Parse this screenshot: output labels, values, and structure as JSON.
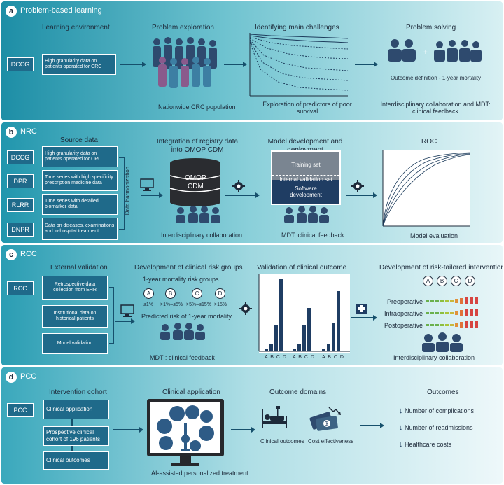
{
  "panel_a": {
    "letter": "a",
    "title": "Problem-based learning",
    "learning_env": "Learning environment",
    "dccg": "DCCG",
    "dccg_desc": "High granularity data on patients operated for CRC",
    "problem_exploration": "Problem exploration",
    "nationwide": "Nationwide CRC population",
    "identifying": "Identifying main challenges",
    "exploration": "Exploration of predictors of poor survival",
    "problem_solving": "Problem solving",
    "outcome_def": "Outcome definition - 1-year mortality",
    "collab": "Interdisciplinary collaboration and MDT: clinical feedback"
  },
  "panel_b": {
    "letter": "b",
    "title": "NRC",
    "source_data": "Source data",
    "sources": [
      {
        "tag": "DCCG",
        "desc": "High granularity data on patients operated for CRC"
      },
      {
        "tag": "DPR",
        "desc": "Time series with high specificity prescription medicine data"
      },
      {
        "tag": "RLRR",
        "desc": "Time series with detailed biomarker data"
      },
      {
        "tag": "DNPR",
        "desc": "Data on diseases, examinations and in-hospital treatment"
      }
    ],
    "harmonization": "Data harmonization",
    "integration": "Integration of registry data into OMOP CDM",
    "omop": "OMOP",
    "cdm": "CDM",
    "interdisciplinary": "Interdisciplinary collaboration",
    "model_dev": "Model development and deployment",
    "training_set": "Training set",
    "internal_validation": "Internal validation set",
    "software": "Software development",
    "mdt": "MDT: clinical feedback",
    "roc": "ROC",
    "model_eval": "Model evaluation"
  },
  "panel_c": {
    "letter": "c",
    "title": "RCC",
    "external_validation": "External validation",
    "rcc": "RCC",
    "steps": [
      "Retrospective data collection from EHR",
      "Institutional data on historical patients",
      "Model validation"
    ],
    "dev_groups": "Development of clinical risk groups",
    "mortality_groups": "1-year mortality risk groups",
    "groups": [
      "A",
      "B",
      "C",
      "D"
    ],
    "group_ranges": [
      "≤1%",
      ">1%–≤5%",
      ">5%–≤15%",
      ">15%"
    ],
    "predicted_risk": "Predicted risk of 1-year mortality",
    "mdt": "MDT : clinical feedback",
    "validation": "Validation of clinical outcome",
    "bar_labels": [
      "A",
      "B",
      "C",
      "D"
    ],
    "dev_interventions": "Development of risk-tailored interventions",
    "phases": [
      "Preoperative",
      "Intraoperative",
      "Postoperative"
    ],
    "interdisciplinary": "Interdisciplinary collaboration"
  },
  "panel_d": {
    "letter": "d",
    "title": "PCC",
    "intervention_cohort": "Intervention cohort",
    "pcc": "PCC",
    "steps": [
      "Clinical application",
      "Prospective clinical cohort of 196 patients",
      "Clinical outcomes"
    ],
    "clinical_application": "Clinical application",
    "ai_assisted": "AI-assisted personalized treatment",
    "outcome_domains": "Outcome domains",
    "clinical_outcomes": "Clinical outcomes",
    "cost_effectiveness": "Cost effectiveness",
    "outcomes": "Outcomes",
    "outcome_items": [
      "Number of complications",
      "Number of readmissions",
      "Healthcare costs"
    ]
  },
  "colors": {
    "dark_blue": "#1f6a8a",
    "navy": "#1f3d63",
    "arrow": "#16506c",
    "green": "#6ab04c",
    "red": "#d64541"
  }
}
